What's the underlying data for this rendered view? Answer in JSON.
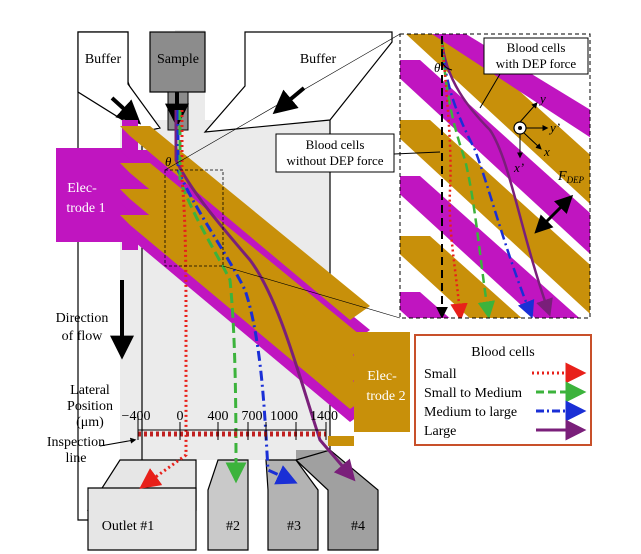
{
  "labels": {
    "buffer_left": "Buffer",
    "sample": "Sample",
    "buffer_right": "Buffer",
    "electrode1_l1": "Elec-",
    "electrode1_l2": "trode 1",
    "electrode2_l1": "Elec-",
    "electrode2_l2": "trode 2",
    "direction_l1": "Direction",
    "direction_l2": "of flow",
    "lateral_l1": "Lateral",
    "lateral_l2": "Position",
    "lateral_l3": "(μm)",
    "inspection_l1": "Inspection",
    "inspection_l2": "line",
    "outlet1": "Outlet #1",
    "outlet2": "#2",
    "outlet3": "#3",
    "outlet4": "#4",
    "blood_with_dep_l1": "Blood cells",
    "blood_with_dep_l2": "with DEP force",
    "blood_without_dep_l1": "Blood cells",
    "blood_without_dep_l2": "without DEP force",
    "theta_main": "θ",
    "theta_inset": "θ",
    "axis_y": "y",
    "axis_y_prime": "y’",
    "axis_x": "x",
    "axis_x_prime": "x’",
    "fdep": "F",
    "fdep_sub": "DEP"
  },
  "positions": [
    {
      "label": "−400"
    },
    {
      "label": "0"
    },
    {
      "label": "400"
    },
    {
      "label": "700"
    },
    {
      "label": "1000"
    },
    {
      "label": "1400"
    }
  ],
  "legend": {
    "title": "Blood cells",
    "items": [
      {
        "label": "Small",
        "color": "#e8201a",
        "style": "dotted"
      },
      {
        "label": "Small to Medium",
        "color": "#3cb33c",
        "style": "dashed"
      },
      {
        "label": "Medium to large",
        "color": "#1a2fd6",
        "style": "dashdot"
      },
      {
        "label": "Large",
        "color": "#7a1f7a",
        "style": "solid"
      }
    ]
  },
  "colors": {
    "electrode1": "#c015c0",
    "electrode2": "#c8900a",
    "sample": "#8c8c8c",
    "channel": "#e6e6e6",
    "legend_border": "#c8502a"
  }
}
